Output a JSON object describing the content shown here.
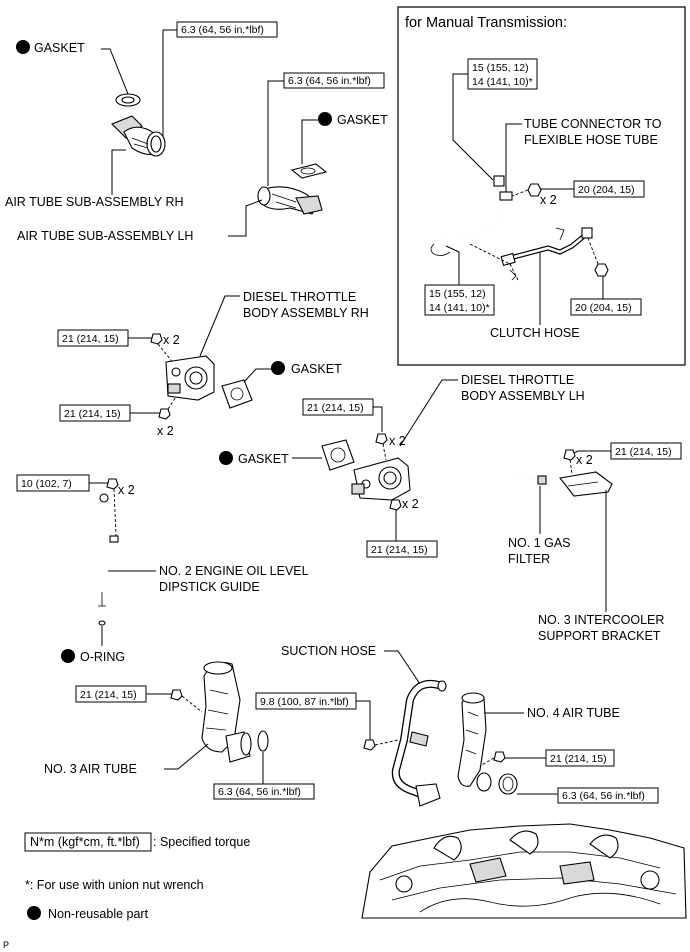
{
  "manual_box": {
    "title": "for Manual Transmission:"
  },
  "labels": {
    "gasket": "GASKET",
    "air_tube_rh": "AIR TUBE SUB-ASSEMBLY RH",
    "air_tube_lh": "AIR TUBE SUB-ASSEMBLY LH",
    "tube_connector_1": "TUBE CONNECTOR TO",
    "tube_connector_2": "FLEXIBLE HOSE TUBE",
    "clutch_hose": "CLUTCH HOSE",
    "throttle_rh_1": "DIESEL THROTTLE",
    "throttle_rh_2": "BODY ASSEMBLY RH",
    "throttle_lh_1": "DIESEL THROTTLE",
    "throttle_lh_2": "BODY ASSEMBLY LH",
    "dipstick_1": "NO. 2 ENGINE OIL LEVEL",
    "dipstick_2": "DIPSTICK GUIDE",
    "gas_filter_1": "NO. 1 GAS",
    "gas_filter_2": "FILTER",
    "intercooler_1": "NO. 3 INTERCOOLER",
    "intercooler_2": "SUPPORT BRACKET",
    "o_ring": "O-RING",
    "suction_hose": "SUCTION HOSE",
    "no4_air_tube": "NO. 4 AIR TUBE",
    "no3_air_tube": "NO. 3 AIR TUBE",
    "x2": "x 2"
  },
  "torques": {
    "t_6_3": "6.3 (64, 56 in.*lbf)",
    "t_15": "15 (155, 12)",
    "t_14": "14 (141, 10)*",
    "t_20": "20 (204, 15)",
    "t_21": "21 (214, 15)",
    "t_10": "10 (102, 7)",
    "t_9_8": "9.8 (100, 87 in.*lbf)"
  },
  "legend": {
    "torque_unit": "N*m (kgf*cm, ft.*lbf)",
    "torque_desc": ": Specified torque",
    "union_note": "*: For use with union nut wrench",
    "nonreusable": "Non-reusable part"
  },
  "corner_code": "P"
}
